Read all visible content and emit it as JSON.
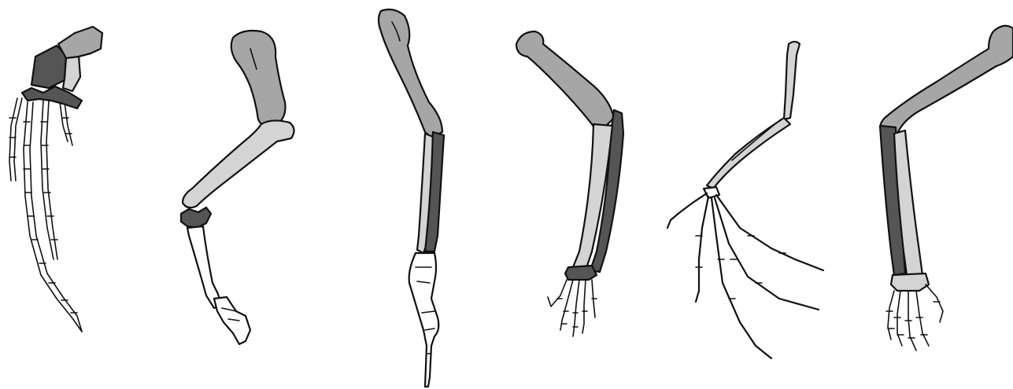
{
  "figure": {
    "panels": [
      {
        "id": "limb-1",
        "icon": "whale-flipper-skeleton-icon"
      },
      {
        "id": "limb-2",
        "icon": "horse-foreleg-skeleton-icon"
      },
      {
        "id": "limb-3",
        "icon": "bird-wing-skeleton-icon"
      },
      {
        "id": "limb-4",
        "icon": "cat-foreleg-skeleton-icon"
      },
      {
        "id": "limb-5",
        "icon": "bat-wing-skeleton-icon"
      },
      {
        "id": "limb-6",
        "icon": "human-arm-skeleton-icon"
      }
    ],
    "colors": {
      "humerus": "#a6a6a6",
      "radius": "#d4d4d4",
      "ulna": "#555555",
      "carpals": "#555555",
      "phalanges": "#ffffff",
      "outline": "#111111"
    }
  }
}
